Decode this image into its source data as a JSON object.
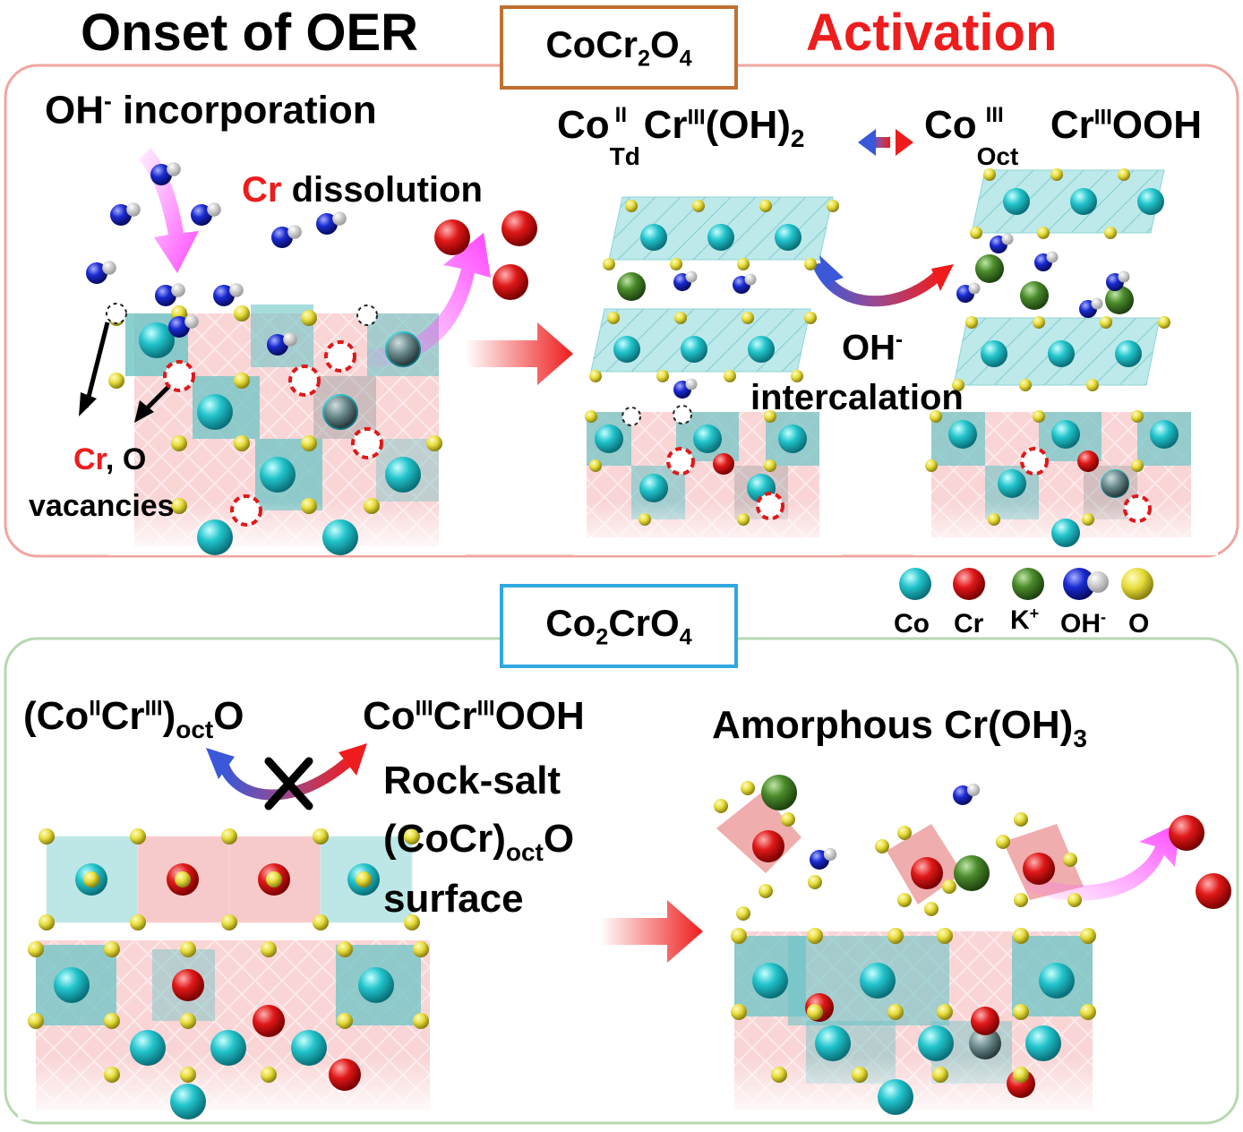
{
  "header": {
    "left_title": "Onset of OER",
    "right_title": "Activation",
    "top_compound": {
      "base": "CoCr",
      "sub1": "2",
      "mid": "O",
      "sub2": "4"
    },
    "bottom_compound": {
      "base": "Co",
      "sub1": "2",
      "mid": "CrO",
      "sub2": "4"
    }
  },
  "top_panel": {
    "oh_incorporation": {
      "base": "OH",
      "sup": "-",
      "rest": " incorporation"
    },
    "cr_dissolution": {
      "cr": "Cr",
      "rest": " dissolution"
    },
    "vacancies_line1": {
      "cr": "Cr",
      "rest": ", O"
    },
    "vacancies_line2": "vacancies",
    "phase_left": {
      "co": "Co",
      "co_sup": "II",
      "co_sub": "Td",
      "cr": "Cr",
      "cr_sup": "III",
      "tail": "(OH)",
      "tail_sub": "2"
    },
    "phase_right": {
      "co": "Co",
      "co_sup": "III",
      "co_sub": "Oct",
      "cr": " Cr",
      "cr_sup": "III",
      "tail": "OOH"
    },
    "intercalation_line1": {
      "base": "OH",
      "sup": "-"
    },
    "intercalation_line2": "intercalation"
  },
  "legend": {
    "items": [
      {
        "label": "Co",
        "color": "#22c4cc"
      },
      {
        "label": "Cr",
        "color": "#e01818"
      },
      {
        "label": "K",
        "sup": "+",
        "color": "#4a8a2a"
      },
      {
        "label": "OH",
        "sup": "-",
        "color": "#1a2ad0"
      },
      {
        "label": "O",
        "color": "#e6dc3a"
      }
    ]
  },
  "bottom_panel": {
    "left_phase": {
      "open": "(Co",
      "sup1": "II",
      "cr": "Cr",
      "sup2": "III",
      "close": ")",
      "sub": "oct",
      "tail": "O"
    },
    "right_phase": {
      "co": "Co",
      "sup1": "III",
      "cr": "Cr",
      "sup2": "III",
      "tail": "OOH"
    },
    "rocksalt_line1": "Rock-salt",
    "rocksalt_line2": {
      "base": "(CoCr)",
      "sub": "oct",
      "tail": "O"
    },
    "rocksalt_line3": "surface",
    "amorphous": {
      "base": "Amorphous Cr(OH)",
      "sub": "3"
    }
  },
  "colors": {
    "top_frame": "#f0a6a0",
    "bottom_frame": "#b8d8b0",
    "top_label_box": "#c07030",
    "bottom_label_box": "#30a8e0",
    "accent_red": "#ee1c1c",
    "co": "#22c4cc",
    "cr": "#e01818",
    "k": "#4a8a2a",
    "oh": "#1a2ad0",
    "o": "#e6dc3a"
  }
}
